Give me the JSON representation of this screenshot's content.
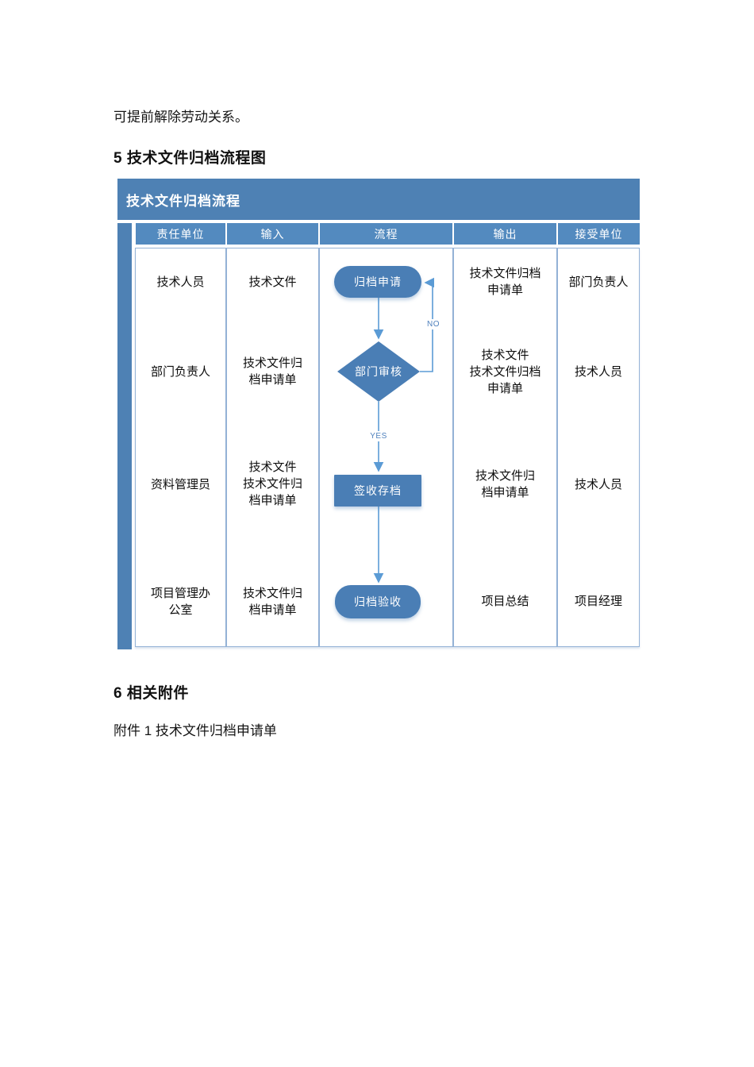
{
  "page": {
    "intro_text": "可提前解除劳动关系。",
    "section5_heading": "5  技术文件归档流程图",
    "section6_heading": "6  相关附件",
    "attachment_line": "附件 1  技术文件归档申请单"
  },
  "flowchart": {
    "title": "技术文件归档流程",
    "columns": [
      "责任单位",
      "输入",
      "流程",
      "输出",
      "接受单位"
    ],
    "rows": [
      {
        "responsible": "技术人员",
        "input": "技术文件",
        "output": "技术文件归档\n申请单",
        "receiver": "部门负责人"
      },
      {
        "responsible": "部门负责人",
        "input": "技术文件归\n档申请单",
        "output": "技术文件\n技术文件归档\n申请单",
        "receiver": "技术人员"
      },
      {
        "responsible": "资料管理员",
        "input": "技术文件\n技术文件归\n档申请单",
        "output": "技术文件归\n档申请单",
        "receiver": "技术人员"
      },
      {
        "responsible": "项目管理办\n公室",
        "input": "技术文件归\n档申请单",
        "output": "项目总结",
        "receiver": "项目经理"
      }
    ],
    "shapes": {
      "start": "归档申请",
      "decision": "部门审核",
      "process": "签收存档",
      "end": "归档验收"
    },
    "branch_labels": {
      "no": "NO",
      "yes": "YES"
    },
    "colors": {
      "banner": "#4e81b4",
      "header_cell": "#538abf",
      "shape_fill": "#4a7eb5",
      "connector": "#5b9bd5",
      "cell_border": "#95b3d7",
      "label_blue": "#4f81bd"
    }
  }
}
